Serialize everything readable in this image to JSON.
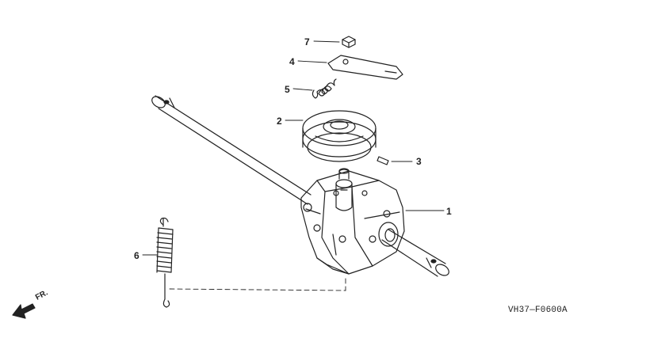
{
  "diagram": {
    "callouts": [
      {
        "id": "7",
        "label": "7"
      },
      {
        "id": "4",
        "label": "4"
      },
      {
        "id": "5",
        "label": "5"
      },
      {
        "id": "2",
        "label": "2"
      },
      {
        "id": "3",
        "label": "3"
      },
      {
        "id": "1",
        "label": "1"
      },
      {
        "id": "6",
        "label": "6"
      }
    ],
    "direction_label": "FR.",
    "figure_code": "VH37—F0600A"
  }
}
